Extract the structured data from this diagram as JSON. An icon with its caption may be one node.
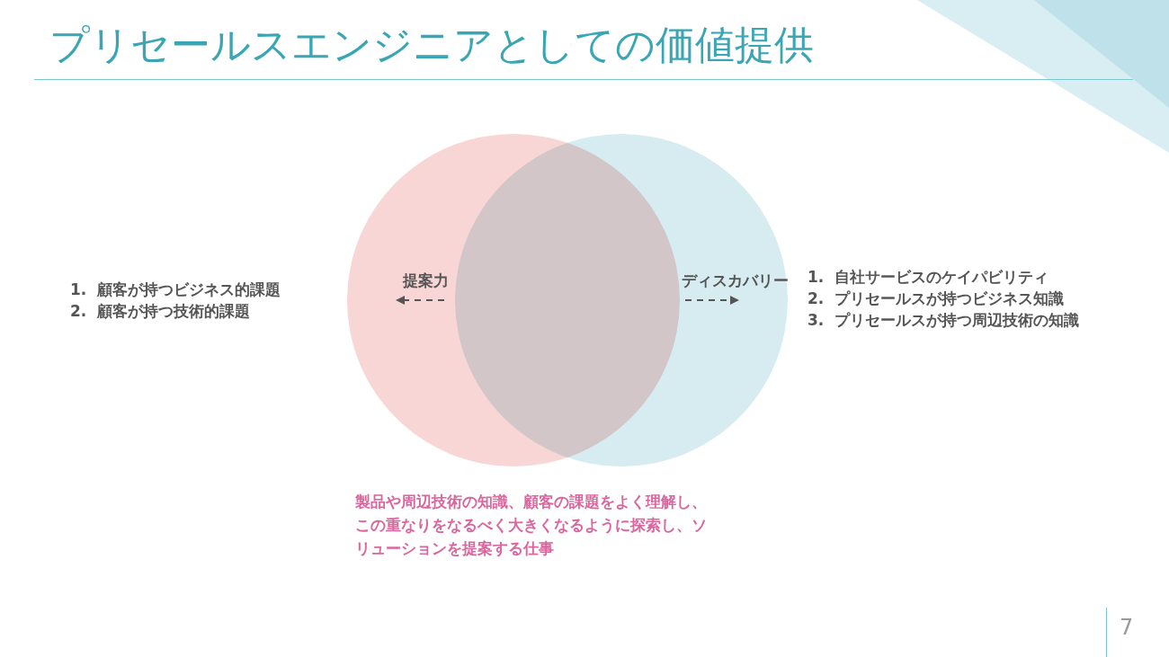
{
  "diagram": {
    "title": "プリセールスエンジニアとしての価値提供",
    "nodes": [
      {
        "text": [],
        "shape": "circle"
      },
      {
        "text": [],
        "shape": "circle"
      }
    ],
    "labels": [
      "1.  顧客が持つビジネス的課題",
      "2.  顧客が持つ技術的課題",
      "提案力",
      "ディスカバリー",
      "1.  自社サービスのケイパビリティ",
      "2.  プリセールスが持つビジネス知識",
      "3.  プリセールスが持つ周辺技術の知識",
      "製品や周辺技術の知識、顧客の課題をよく理解し、この重なりをなるべく大きくなるように探索し、ソリューションを提案する仕事",
      "7"
    ]
  }
}
